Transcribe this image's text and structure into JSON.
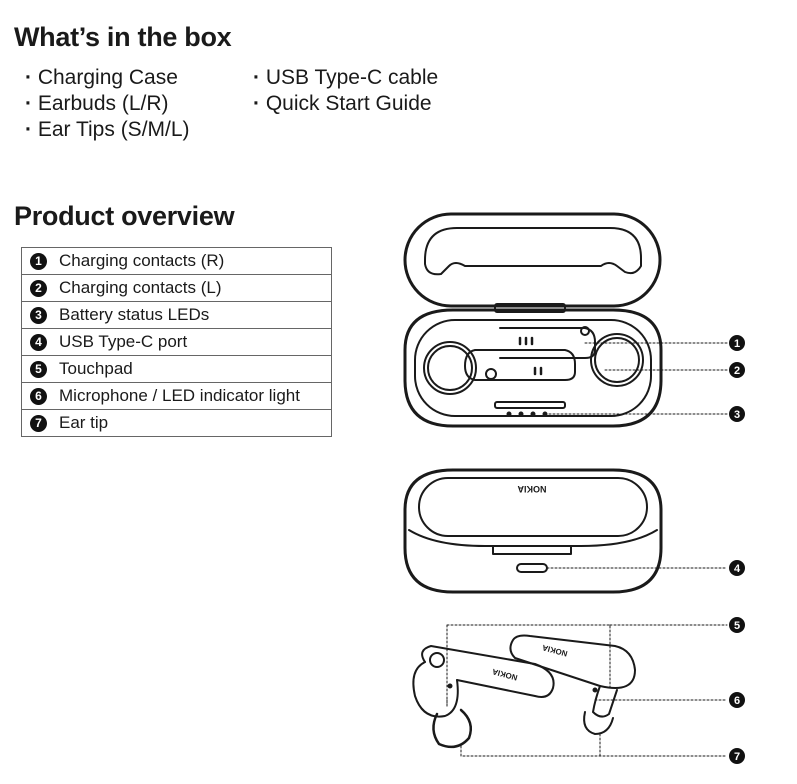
{
  "box": {
    "title": "What’s in the box",
    "col1": [
      "Charging Case",
      "Earbuds (L/R)",
      "Ear Tips (S/M/L)"
    ],
    "col2": [
      "USB Type-C cable",
      "Quick Start Guide"
    ]
  },
  "overview": {
    "title": "Product overview",
    "items": [
      {
        "num": "1",
        "label": "Charging contacts (R)"
      },
      {
        "num": "2",
        "label": "Charging contacts (L)"
      },
      {
        "num": "3",
        "label": "Battery status LEDs"
      },
      {
        "num": "4",
        "label": "USB Type-C port"
      },
      {
        "num": "5",
        "label": "Touchpad"
      },
      {
        "num": "6",
        "label": "Microphone / LED indicator light"
      },
      {
        "num": "7",
        "label": "Ear tip"
      }
    ]
  },
  "illustration": {
    "logo_text": "NOKIA",
    "callouts": [
      "1",
      "2",
      "3",
      "4",
      "5",
      "6",
      "7"
    ]
  }
}
